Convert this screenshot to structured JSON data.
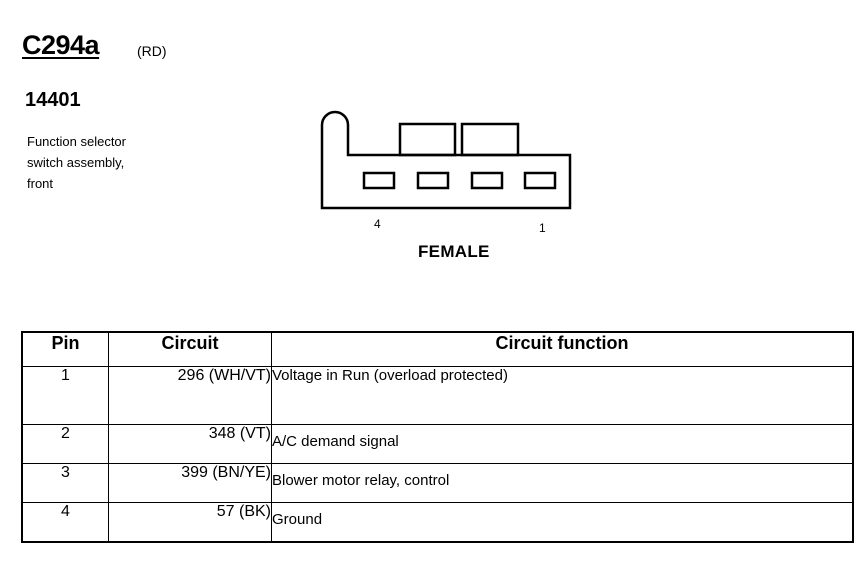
{
  "connector": {
    "id": "C294a",
    "color_code": "(RD)",
    "part_number": "14401",
    "description": [
      "Function selector",
      "switch assembly,",
      "front"
    ]
  },
  "diagram": {
    "pin_label_left": "4",
    "pin_label_right": "1",
    "gender": "FEMALE"
  },
  "table": {
    "headers": {
      "pin": "Pin",
      "circuit": "Circuit",
      "function": "Circuit function"
    },
    "rows": [
      {
        "pin": "1",
        "circuit": "296 (WH/VT)",
        "function": "Voltage in Run (overload protected)"
      },
      {
        "pin": "2",
        "circuit": "348 (VT)",
        "function": "A/C demand signal"
      },
      {
        "pin": "3",
        "circuit": "399 (BN/YE)",
        "function": "Blower motor relay, control"
      },
      {
        "pin": "4",
        "circuit": "57 (BK)",
        "function": "Ground"
      }
    ]
  }
}
